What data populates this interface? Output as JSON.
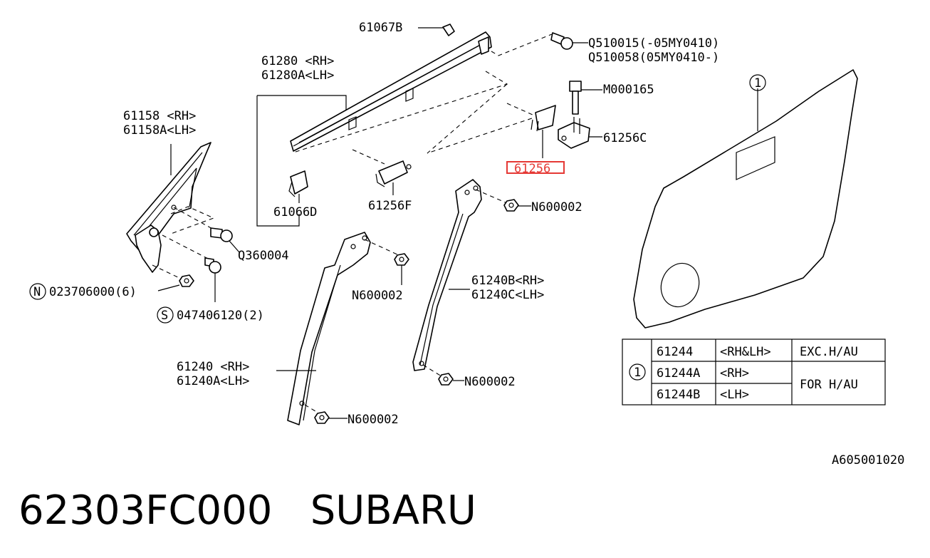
{
  "callouts": {
    "c_61067B": "61067B",
    "c_Q510015": "Q510015(-05MY0410)",
    "c_Q510058": "Q510058(05MY0410-)",
    "c_61280": "61280  <RH>",
    "c_61280A": "61280A<LH>",
    "c_M000165": "M000165",
    "c_61256C": "61256C",
    "c_61256": "61256",
    "c_61158": "61158  <RH>",
    "c_61158A": "61158A<LH>",
    "c_61066D": "61066D",
    "c_61256F": "61256F",
    "c_N600002_a": "N600002",
    "c_Q360004": "Q360004",
    "c_N600002_b": "N600002",
    "c_023706000": "023706000(6)",
    "c_047406120": "047406120(2)",
    "c_61240B": "61240B<RH>",
    "c_61240C": "61240C<LH>",
    "c_61240": "61240  <RH>",
    "c_61240A": "61240A<LH>",
    "c_N600002_c": "N600002",
    "c_N600002_d": "N600002",
    "mark_N": "N",
    "mark_S": "S",
    "mark_1": "1"
  },
  "table": {
    "marker": "1",
    "rows": [
      {
        "part": "61244",
        "side": "<RH&LH>",
        "note": "EXC.H/AU"
      },
      {
        "part": "61244A",
        "side": "<RH>",
        "note": "FOR H/AU"
      },
      {
        "part": "61244B",
        "side": "<LH>",
        "note": ""
      }
    ]
  },
  "highlight_color": "#e53935",
  "reference_code": "A605001020",
  "footer": {
    "part_number": "62303FC000",
    "brand": "SUBARU"
  }
}
